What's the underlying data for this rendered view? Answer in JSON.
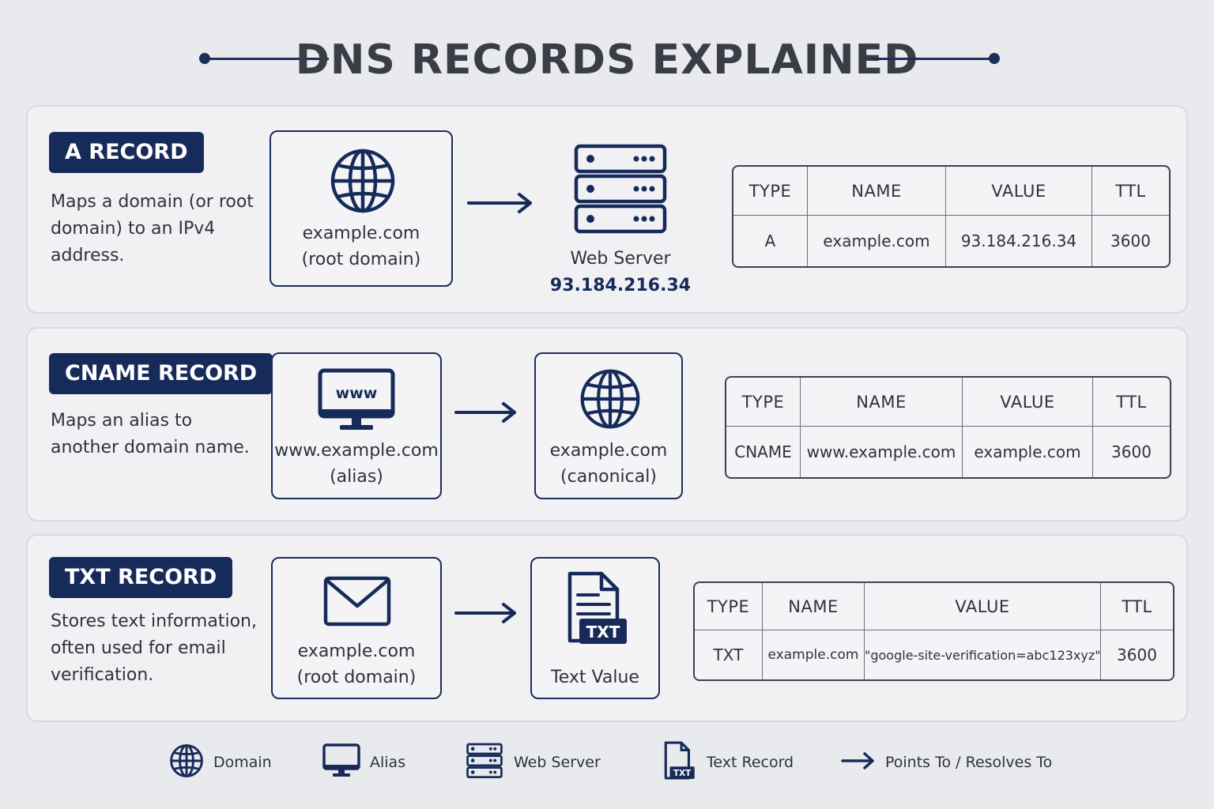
{
  "title": "DNS RECORDS EXPLAINED",
  "colors": {
    "navy": "#172b5b",
    "background": "#e9eaee",
    "panel": "#f1f1f3"
  },
  "table_headers": {
    "type": "TYPE",
    "name": "NAME",
    "value": "VALUE",
    "ttl": "TTL"
  },
  "a_record": {
    "badge": "A RECORD",
    "description": "Maps a domain (or root domain) to an IPv4 address.",
    "source_icon": "globe-icon",
    "source_label_1": "example.com",
    "source_label_2": "(root domain)",
    "target_icon": "server-icon",
    "target_label": "Web Server",
    "target_ip": "93.184.216.34",
    "row": {
      "type": "A",
      "name": "example.com",
      "value": "93.184.216.34",
      "ttl": "3600"
    }
  },
  "cname_record": {
    "badge": "CNAME RECORD",
    "description": "Maps an alias to another domain name.",
    "source_icon": "monitor-www-icon",
    "source_icon_text": "www",
    "source_label_1": "www.example.com",
    "source_label_2": "(alias)",
    "target_icon": "globe-icon",
    "target_label_1": "example.com",
    "target_label_2": "(canonical)",
    "row": {
      "type": "CNAME",
      "name": "www.example.com",
      "value": "example.com",
      "ttl": "3600"
    }
  },
  "txt_record": {
    "badge": "TXT RECORD",
    "description": "Stores text information, often used for email verification.",
    "source_icon": "envelope-icon",
    "source_label_1": "example.com",
    "source_label_2": "(root domain)",
    "target_icon": "text-document-icon",
    "target_icon_text": "TXT",
    "target_label": "Text Value",
    "row": {
      "type": "TXT",
      "name": "example.com",
      "value": "\"google-site-verification=abc123xyz\"",
      "ttl": "3600"
    }
  },
  "legend": [
    {
      "icon": "globe-icon",
      "label": "Domain"
    },
    {
      "icon": "monitor-icon",
      "label": "Alias"
    },
    {
      "icon": "server-icon",
      "label": "Web Server"
    },
    {
      "icon": "text-document-icon",
      "label": "Text Record",
      "icon_text": "TXT"
    },
    {
      "icon": "arrow-icon",
      "label": "Points To / Resolves To"
    }
  ]
}
